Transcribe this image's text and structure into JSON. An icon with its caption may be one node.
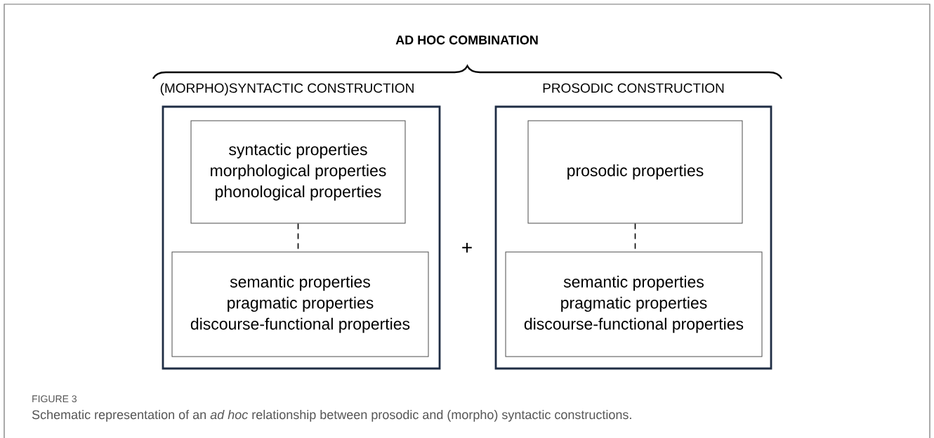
{
  "diagram": {
    "title": "AD HOC COMBINATION",
    "caption": "Schematic representation of an *ad hoc* relationship between prosodic and (morpho) syntactic constructions.",
    "nodes": [
      {
        "text": [
          "(MORPHO)SYNTACTIC CONSTRUCTION"
        ]
      },
      {
        "text": [
          "syntactic properties",
          "morphological properties",
          "phonological properties"
        ],
        "in": 0
      },
      {
        "text": [
          "semantic properties",
          "pragmatic properties",
          "discourse-functional properties"
        ],
        "in": 0
      },
      {
        "text": [
          "PROSODIC CONSTRUCTION"
        ]
      },
      {
        "text": [
          "prosodic properties"
        ],
        "in": 3
      },
      {
        "text": [
          "semantic properties",
          "pragmatic properties",
          "discourse-functional properties"
        ],
        "in": 3
      }
    ],
    "edges": [
      {
        "from": 1,
        "to": 2,
        "arrow": "none",
        "style": "dashed"
      },
      {
        "from": 4,
        "to": 5,
        "arrow": "none",
        "style": "dashed"
      }
    ],
    "labels": [
      "+",
      "FIGURE 3"
    ]
  }
}
